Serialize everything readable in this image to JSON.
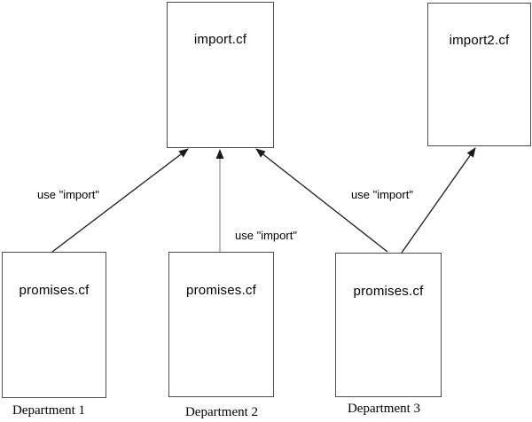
{
  "nodes": {
    "import": {
      "label": "import.cf"
    },
    "import2": {
      "label": "import2.cf"
    },
    "promises1": {
      "label": "promises.cf",
      "caption": "Department 1"
    },
    "promises2": {
      "label": "promises.cf",
      "caption": "Department 2"
    },
    "promises3": {
      "label": "promises.cf",
      "caption": "Department 3"
    }
  },
  "edge_labels": {
    "left": "use \"import\"",
    "middle": "use \"import\"",
    "right": "use \"import\""
  },
  "edges": [
    {
      "from": "promises1",
      "to": "import",
      "label": "use \"import\""
    },
    {
      "from": "promises2",
      "to": "import",
      "label": "use \"import\""
    },
    {
      "from": "promises3",
      "to": "import",
      "label": "use \"import\""
    },
    {
      "from": "promises3",
      "to": "import2",
      "label": ""
    }
  ],
  "colors": {
    "background": "#ffffff",
    "box_border": "#4d4d4d",
    "arrow": "#1a1a1a",
    "arrow_gray": "#8f8f8f",
    "text": "#000000"
  }
}
